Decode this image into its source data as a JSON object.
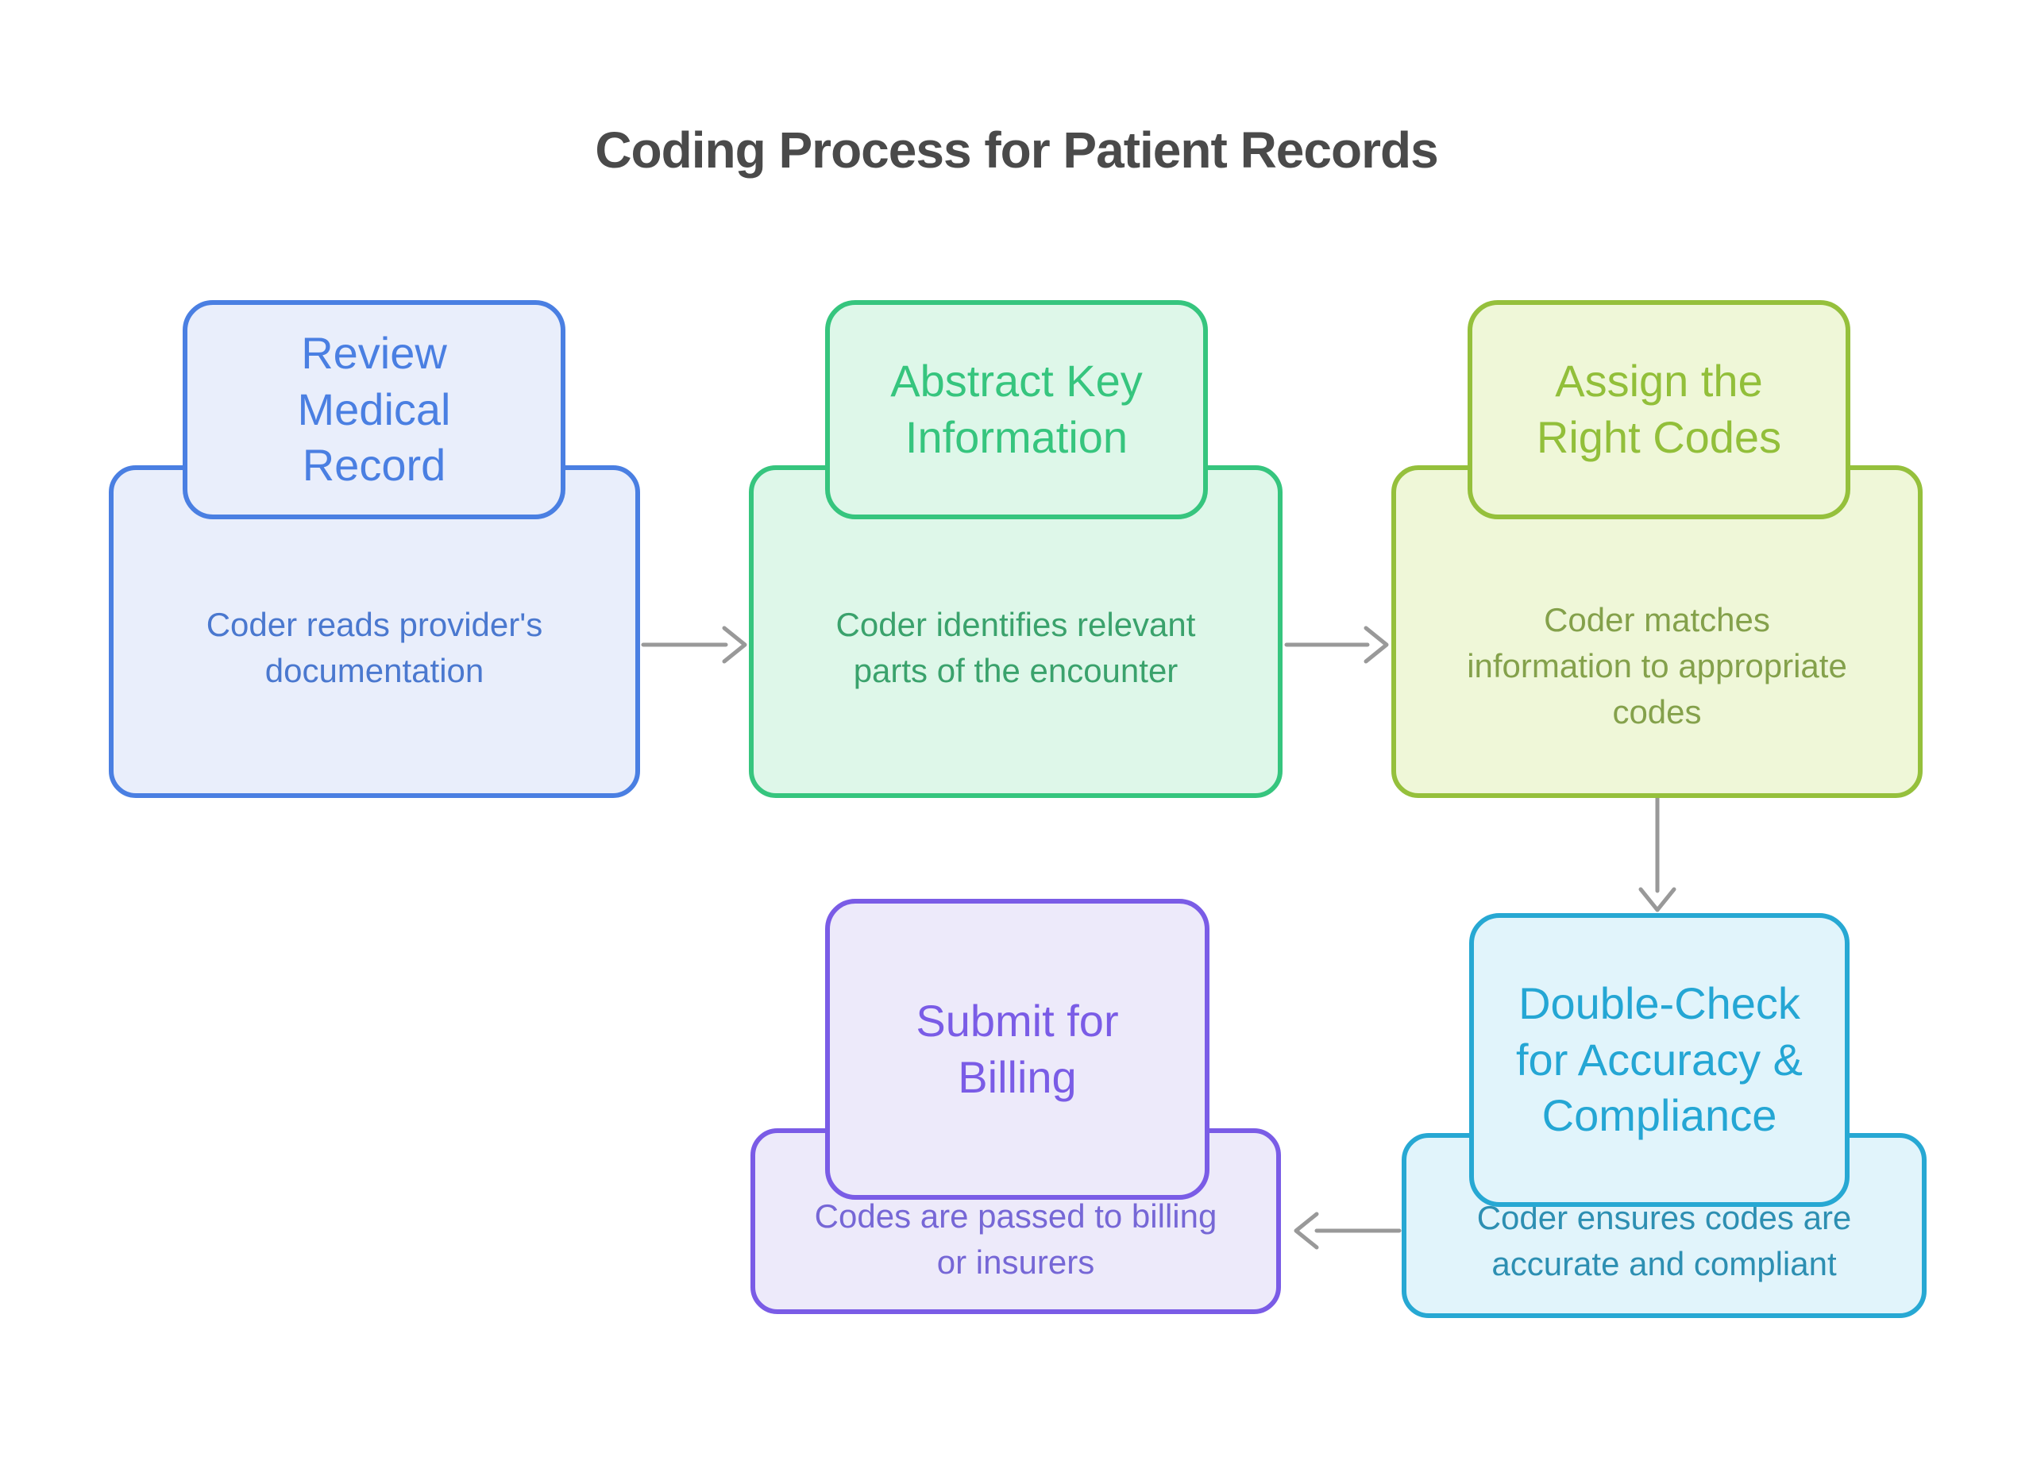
{
  "title": "Coding Process for Patient Records",
  "colors": {
    "background": "#ffffff",
    "title_text": "#4a4a4a",
    "arrow": "#999999"
  },
  "steps": [
    {
      "title": "Review\nMedical\nRecord",
      "description": "Coder reads provider's\ndocumentation",
      "accent": "#4a7fe2",
      "fill": "#e9eefb",
      "title_color": "#4a7fe2",
      "description_color": "#4a78cf"
    },
    {
      "title": "Abstract Key\nInformation",
      "description": "Coder identifies relevant\nparts of the encounter",
      "accent": "#36c57e",
      "fill": "#def7e9",
      "title_color": "#36c57e",
      "description_color": "#3aa26c"
    },
    {
      "title": "Assign the\nRight Codes",
      "description": "Coder matches\ninformation to appropriate\ncodes",
      "accent": "#95c03c",
      "fill": "#eff7d8",
      "title_color": "#92bf3a",
      "description_color": "#84a14b"
    },
    {
      "title": "Double-Check\nfor Accuracy &\nCompliance",
      "description": "Coder ensures codes are\naccurate and compliant",
      "accent": "#27a8d3",
      "fill": "#e1f4fb",
      "title_color": "#24a6d4",
      "description_color": "#2d8fb2"
    },
    {
      "title": "Submit for\nBilling",
      "description": "Codes are passed to billing\nor insurers",
      "accent": "#7a5ce6",
      "fill": "#edeafa",
      "title_color": "#7a5ce6",
      "description_color": "#7667d6"
    }
  ],
  "arrows": [
    {
      "from": "Review Medical Record",
      "to": "Abstract Key Information",
      "direction": "right"
    },
    {
      "from": "Abstract Key Information",
      "to": "Assign the Right Codes",
      "direction": "right"
    },
    {
      "from": "Assign the Right Codes",
      "to": "Double-Check for Accuracy & Compliance",
      "direction": "down"
    },
    {
      "from": "Double-Check for Accuracy & Compliance",
      "to": "Submit for Billing",
      "direction": "left"
    }
  ]
}
